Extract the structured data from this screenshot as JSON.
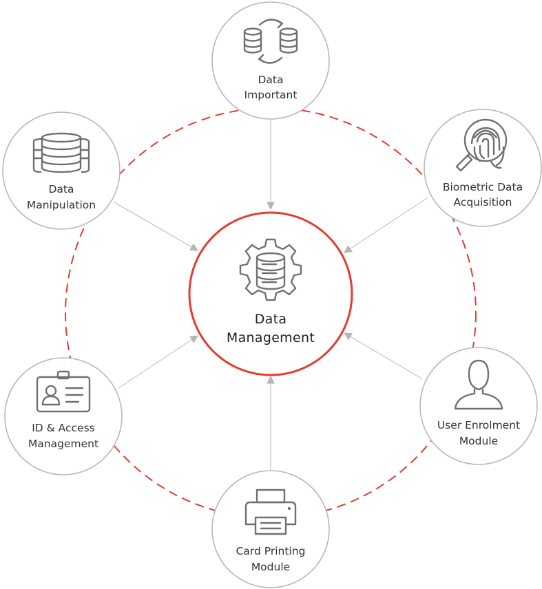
{
  "center": {
    "line1": "Data",
    "line2": "Management",
    "icon": "database-gear-icon"
  },
  "nodes": [
    {
      "id": "data-important",
      "line1": "Data",
      "line2": "Important",
      "icon": "database-sync-icon"
    },
    {
      "id": "biometric",
      "line1": "Biometric Data",
      "line2": "Acquisition",
      "icon": "fingerprint-magnifier-icon"
    },
    {
      "id": "user-enrolment",
      "line1": "User Enrolment",
      "line2": "Module",
      "icon": "user-icon"
    },
    {
      "id": "card-printing",
      "line1": "Card Printing",
      "line2": "Module",
      "icon": "printer-icon"
    },
    {
      "id": "id-access",
      "line1": "ID & Access",
      "line2": "Management",
      "icon": "id-badge-icon"
    },
    {
      "id": "data-manipulation",
      "line1": "Data",
      "line2": "Manipulation",
      "icon": "database-stack-icon"
    }
  ],
  "colors": {
    "accent": "#e53a2f",
    "node_border": "#b8b8b8",
    "connector": "#c8c8c8",
    "icon": "#707070"
  }
}
